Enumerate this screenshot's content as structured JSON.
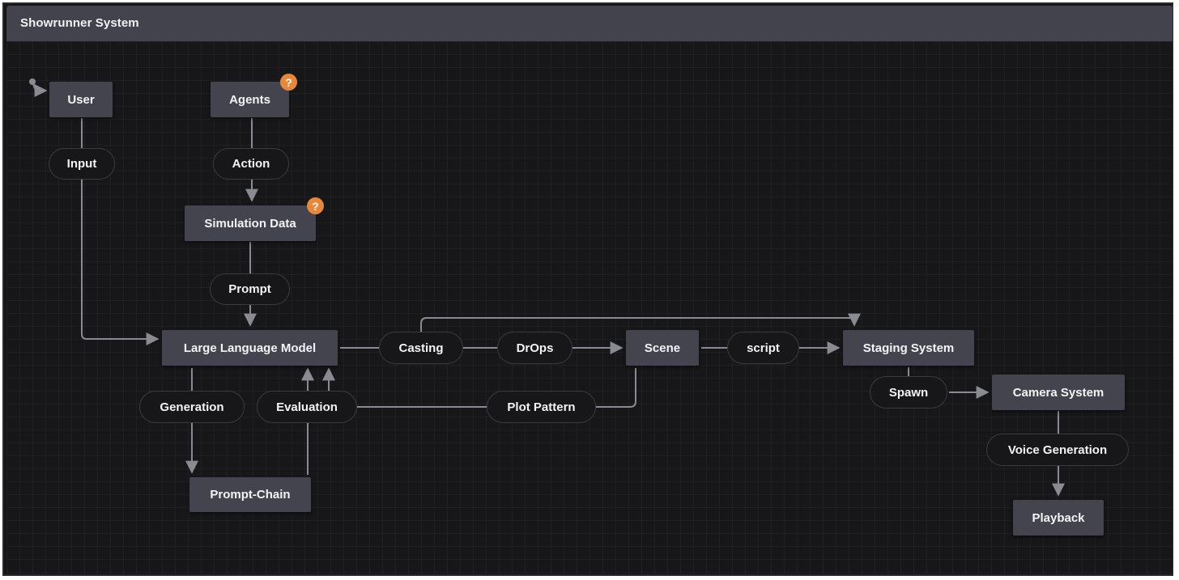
{
  "window": {
    "title": "Showrunner System"
  },
  "colors": {
    "accent": "#e8873a",
    "node": "#44444e",
    "background": "#17171a",
    "edge": "#8a8a92"
  },
  "icons": {
    "initial_state": "initial-state-icon",
    "help": "question-mark-icon",
    "help_glyph": "?"
  },
  "nodes": {
    "user": "User",
    "agents": "Agents",
    "simulation_data": "Simulation Data",
    "llm": "Large Language Model",
    "prompt_chain": "Prompt-Chain",
    "scene": "Scene",
    "staging": "Staging System",
    "camera": "Camera System",
    "playback": "Playback"
  },
  "edge_labels": {
    "input": "Input",
    "action": "Action",
    "prompt": "Prompt",
    "casting": "Casting",
    "drops": "DrOps",
    "script": "script",
    "generation": "Generation",
    "evaluation": "Evaluation",
    "plot_pattern": "Plot Pattern",
    "spawn": "Spawn",
    "voice": "Voice Generation"
  }
}
